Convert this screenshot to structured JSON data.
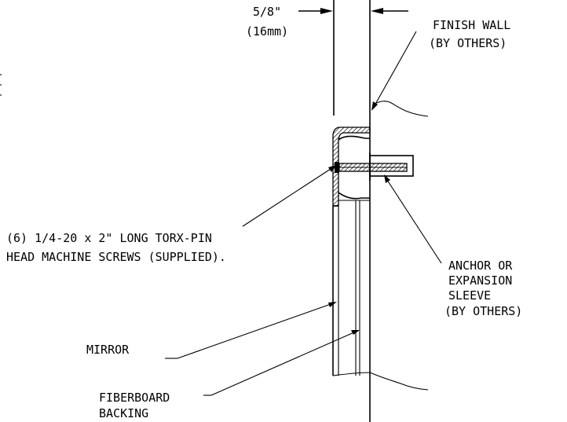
{
  "dimension": {
    "imperial": "5/8\"",
    "metric": "(16mm)"
  },
  "labels": {
    "finish_wall": [
      "FINISH WALL",
      "(BY OTHERS)"
    ],
    "screws": [
      "(6) 1/4-20 x  2\" LONG TORX-PIN",
      "HEAD MACHINE SCREWS (SUPPLIED)."
    ],
    "anchor": [
      "ANCHOR OR",
      "EXPANSION",
      "SLEEVE",
      "(BY OTHERS)"
    ],
    "mirror": "MIRROR",
    "backing": [
      "FIBERBOARD",
      "BACKING"
    ]
  }
}
